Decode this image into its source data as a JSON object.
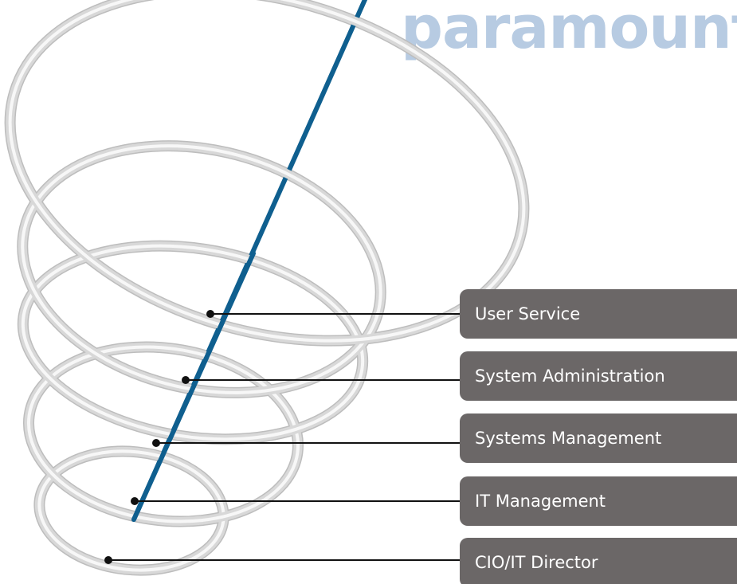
{
  "brand": {
    "wordmark": "paramount."
  },
  "levels": [
    {
      "label": "User Service"
    },
    {
      "label": "System Administration"
    },
    {
      "label": "Systems Management"
    },
    {
      "label": "IT Management"
    },
    {
      "label": "CIO/IT Director"
    }
  ],
  "colors": {
    "axis": "#0f5f8f",
    "label_bg": "#6b6767",
    "label_text": "#ffffff",
    "ring": "#d8d8d8",
    "brand": "#b7cbe2"
  }
}
